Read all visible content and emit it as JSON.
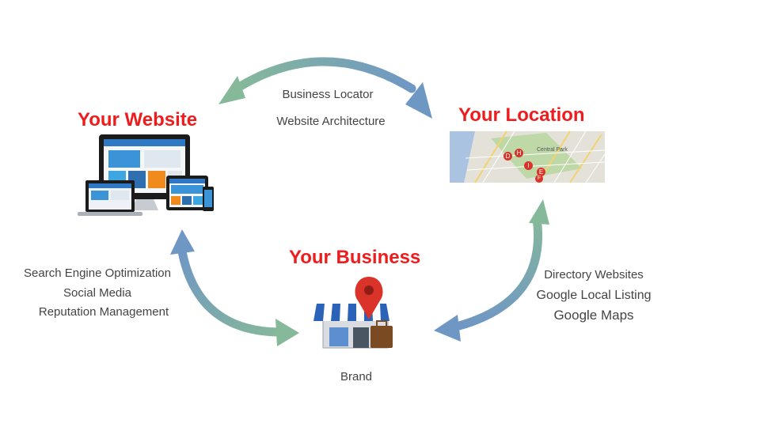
{
  "nodes": {
    "website": {
      "title": "Your Website"
    },
    "location": {
      "title": "Your Location",
      "map_label": "Central Park",
      "markers": [
        "D",
        "H",
        "I",
        "E",
        "F"
      ]
    },
    "business": {
      "title": "Your Business",
      "caption": "Brand"
    }
  },
  "edges": {
    "website_location": [
      "Business Locator",
      "Website Architecture"
    ],
    "website_business": [
      "Search Engine Optimization",
      "Social Media",
      "Reputation Management"
    ],
    "location_business": [
      "Directory Websites",
      "Google Local Listing",
      "Google Maps"
    ]
  },
  "colors": {
    "heading": "#ee1c1c",
    "arrow_blue": "#6f97c4",
    "arrow_green": "#86b89a",
    "pin": "#d9332a"
  }
}
